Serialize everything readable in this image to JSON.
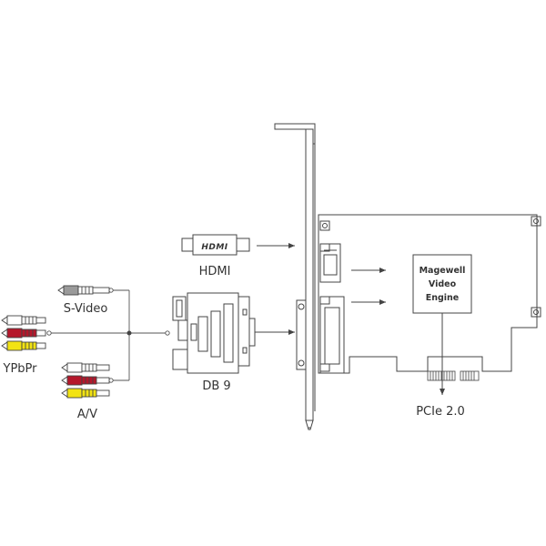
{
  "labels": {
    "hdmi": "HDMI",
    "svideo": "S-Video",
    "ypbpr": "YPbPr",
    "db9": "DB 9",
    "av": "A/V",
    "pcie": "PCIe 2.0"
  },
  "engine": {
    "line1": "Magewell",
    "line2": "Video",
    "line3": "Engine"
  },
  "hdmi_logo": "HDMI",
  "colors": {
    "line": "#444444",
    "plug_gray": "#9a9a9a",
    "plug_red": "#b5172b",
    "plug_yellow": "#f2e313",
    "plug_white": "#ffffff"
  }
}
